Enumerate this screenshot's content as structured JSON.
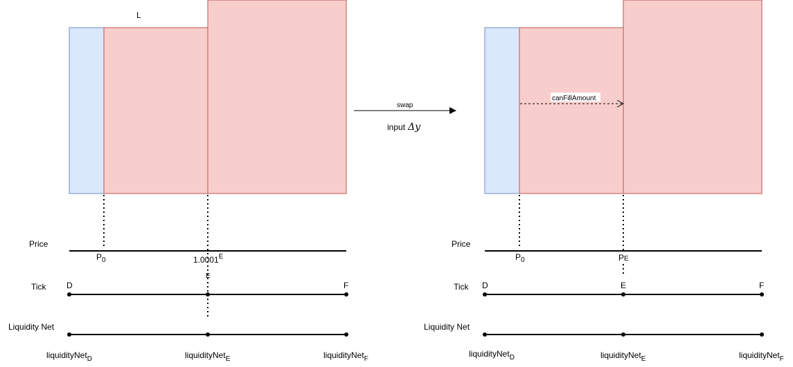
{
  "left_panel": {
    "top_label": "L",
    "price_row_label": "Price",
    "tick_row_label": "Tick",
    "liquidity_row_label": "Liquidity Net",
    "price_p0_main": "P",
    "price_p0_sub": "0",
    "price_e_main": "1.0001",
    "price_e_sup": "E",
    "tick_e_small": "E",
    "tick_d": "D",
    "tick_f": "F",
    "liq_main": "liquidityNet",
    "liq_sub_d": "D",
    "liq_sub_e": "E",
    "liq_sub_f": "F"
  },
  "arrow": {
    "swap_label": "swap",
    "input_label": "input",
    "input_delta": "Δ",
    "input_var": "y"
  },
  "right_panel": {
    "can_fill_label": "canFillAmount",
    "price_row_label": "Price",
    "tick_row_label": "Tick",
    "liquidity_row_label": "Liquidity Net",
    "price_p0_main": "P",
    "price_p0_sub": "0",
    "price_pe_main": "P",
    "price_pe_sub": "E",
    "tick_d": "D",
    "tick_e": "E",
    "tick_f": "F",
    "liq_main": "liquidityNet",
    "liq_sub_d": "D",
    "liq_sub_e": "E",
    "liq_sub_f": "F"
  },
  "colors": {
    "blue_fill": "#dae8fc",
    "blue_stroke": "#6c8ebf",
    "red_fill": "#f8cecc",
    "red_stroke": "#b85450"
  }
}
